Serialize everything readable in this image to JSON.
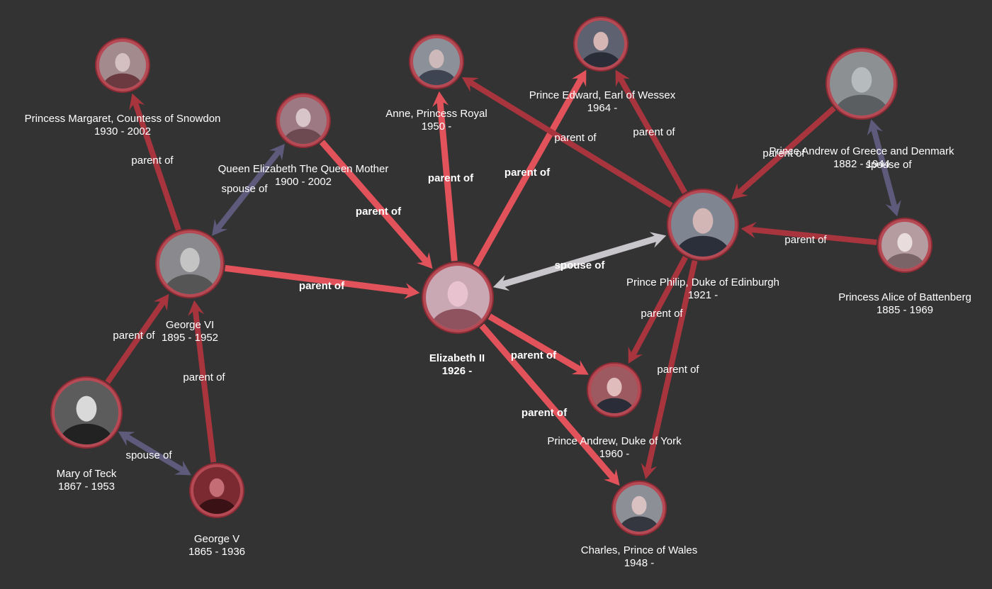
{
  "colors": {
    "background": "#333333",
    "parent_strong": "#e2525a",
    "parent": "#a8343e",
    "spouse": "#5d5a7b",
    "spouse_focus": "#c9c6cb",
    "node_ring": "#b54a55",
    "label": "#ffffff"
  },
  "nodes": [
    {
      "id": "elizabeth",
      "name": "Elizabeth II",
      "years": "1926 -",
      "focus": true,
      "photo": "person-photo"
    },
    {
      "id": "george6",
      "name": "George VI",
      "years": "1895 - 1952",
      "photo": "person-photo"
    },
    {
      "id": "queenmother",
      "name": "Queen Elizabeth The Queen Mother",
      "years": "1900 - 2002",
      "photo": "person-photo"
    },
    {
      "id": "margaret",
      "name": "Princess Margaret, Countess of Snowdon",
      "years": "1930 - 2002",
      "photo": "person-photo"
    },
    {
      "id": "mary",
      "name": "Mary of Teck",
      "years": "1867 - 1953",
      "photo": "person-photo"
    },
    {
      "id": "george5",
      "name": "George V",
      "years": "1865 - 1936",
      "photo": "person-photo"
    },
    {
      "id": "anne",
      "name": "Anne, Princess Royal",
      "years": "1950 -",
      "photo": "person-photo"
    },
    {
      "id": "edward",
      "name": "Prince Edward, Earl of Wessex",
      "years": "1964 -",
      "photo": "person-photo"
    },
    {
      "id": "philip",
      "name": "Prince Philip, Duke of Edinburgh",
      "years": "1921 -",
      "photo": "person-photo"
    },
    {
      "id": "andrewgreece",
      "name": "Prince Andrew of Greece and Denmark",
      "years": "1882 - 1944",
      "photo": "person-photo"
    },
    {
      "id": "alice",
      "name": "Princess Alice of Battenberg",
      "years": "1885 - 1969",
      "photo": "person-photo"
    },
    {
      "id": "andrew",
      "name": "Prince Andrew, Duke of York",
      "years": "1960 -",
      "photo": "person-photo"
    },
    {
      "id": "charles",
      "name": "Charles, Prince of Wales",
      "years": "1948 -",
      "photo": "person-photo"
    }
  ],
  "edges": [
    {
      "from": "george6",
      "to": "margaret",
      "label": "parent of",
      "kind": "parent",
      "strong": false
    },
    {
      "from": "george6",
      "to": "queenmother",
      "label": "spouse of",
      "kind": "spouse",
      "strong": false
    },
    {
      "from": "queenmother",
      "to": "elizabeth",
      "label": "parent of",
      "kind": "parent",
      "strong": true
    },
    {
      "from": "george6",
      "to": "elizabeth",
      "label": "parent of",
      "kind": "parent",
      "strong": true
    },
    {
      "from": "mary",
      "to": "george6",
      "label": "parent of",
      "kind": "parent",
      "strong": false
    },
    {
      "from": "george5",
      "to": "george6",
      "label": "parent of",
      "kind": "parent",
      "strong": false
    },
    {
      "from": "mary",
      "to": "george5",
      "label": "spouse of",
      "kind": "spouse",
      "strong": false
    },
    {
      "from": "elizabeth",
      "to": "anne",
      "label": "parent of",
      "kind": "parent",
      "strong": true
    },
    {
      "from": "elizabeth",
      "to": "edward",
      "label": "parent of",
      "kind": "parent",
      "strong": true
    },
    {
      "from": "philip",
      "to": "anne",
      "label": "parent of",
      "kind": "parent",
      "strong": false
    },
    {
      "from": "philip",
      "to": "edward",
      "label": "parent of",
      "kind": "parent",
      "strong": false
    },
    {
      "from": "elizabeth",
      "to": "philip",
      "label": "spouse of",
      "kind": "spouse-focus",
      "strong": true
    },
    {
      "from": "andrewgreece",
      "to": "philip",
      "label": "parent of",
      "kind": "parent",
      "strong": false
    },
    {
      "from": "alice",
      "to": "philip",
      "label": "parent of",
      "kind": "parent",
      "strong": false
    },
    {
      "from": "andrewgreece",
      "to": "alice",
      "label": "spouse of",
      "kind": "spouse",
      "strong": false
    },
    {
      "from": "elizabeth",
      "to": "andrew",
      "label": "parent of",
      "kind": "parent",
      "strong": true
    },
    {
      "from": "elizabeth",
      "to": "charles",
      "label": "parent of",
      "kind": "parent",
      "strong": true
    },
    {
      "from": "philip",
      "to": "andrew",
      "label": "parent of",
      "kind": "parent",
      "strong": false
    },
    {
      "from": "philip",
      "to": "charles",
      "label": "parent of",
      "kind": "parent",
      "strong": false
    }
  ]
}
